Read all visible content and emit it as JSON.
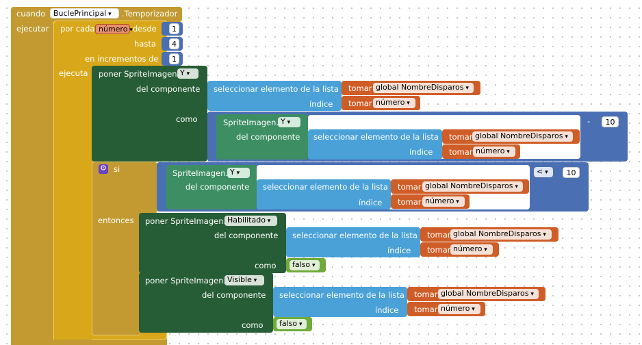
{
  "event": {
    "cuando": "cuando",
    "component": "BuclePrincipal",
    "event_name": ".Temporizador",
    "ejecutar": "ejecutar"
  },
  "loop": {
    "por_cada": "por cada",
    "var_name": "número",
    "desde": "desde",
    "hasta": "hasta",
    "incrementos": "en incrementos de",
    "ejecuta": "ejecuta",
    "from": "1",
    "to": "4",
    "step": "1"
  },
  "setter1": {
    "poner": "poner SpriteImagen.",
    "prop": "Y",
    "del_componente": "del componente",
    "como": "como"
  },
  "select_list": {
    "label": "seleccionar elemento de la lista",
    "indice": "índice"
  },
  "tomar": {
    "label": "tomar",
    "global_var": "global NombreDisparos",
    "local_var": "número"
  },
  "getter": {
    "component": "SpriteImagen.",
    "prop": "Y",
    "del_componente": "del componente"
  },
  "math": {
    "minus_op": "-",
    "minus_value": "10",
    "compare_op": "<",
    "compare_value": "10"
  },
  "if_block": {
    "si": "si",
    "entonces": "entonces"
  },
  "setter2": {
    "poner": "poner SpriteImagen.",
    "prop": "Habilitado",
    "del_componente": "del componente",
    "como": "como",
    "value": "falso"
  },
  "setter3": {
    "poner": "poner SpriteImagen.",
    "prop": "Visible",
    "del_componente": "del componente",
    "como": "como",
    "value": "falso"
  },
  "colors": {
    "control": "#c29a31",
    "loop": "#d8a81a",
    "component_setter": "#275d36",
    "math": "#4b6fb3",
    "list": "#4aa1d8",
    "component_getter": "#3d8f63",
    "variable": "#cf5d27",
    "logic": "#6faa3a"
  }
}
